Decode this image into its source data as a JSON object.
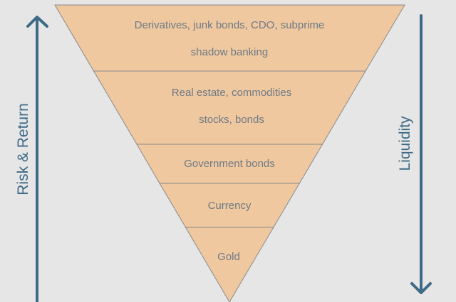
{
  "left_axis": {
    "label": "Risk & Return",
    "direction": "up"
  },
  "right_axis": {
    "label": "Liquidity",
    "direction": "down"
  },
  "tiers": [
    {
      "line1": "Derivatives, junk bonds, CDO, subprime",
      "line2": "shadow banking"
    },
    {
      "line1": "Real estate, commodities",
      "line2": "stocks, bonds"
    },
    {
      "line1": "Government bonds"
    },
    {
      "line1": "Currency"
    },
    {
      "line1": "Gold"
    }
  ],
  "colors": {
    "background": "#e6e6e6",
    "fill": "#efc8a0",
    "text": "#6e7a84",
    "arrow": "#3d6a86",
    "edge": "#8a8a8a"
  }
}
